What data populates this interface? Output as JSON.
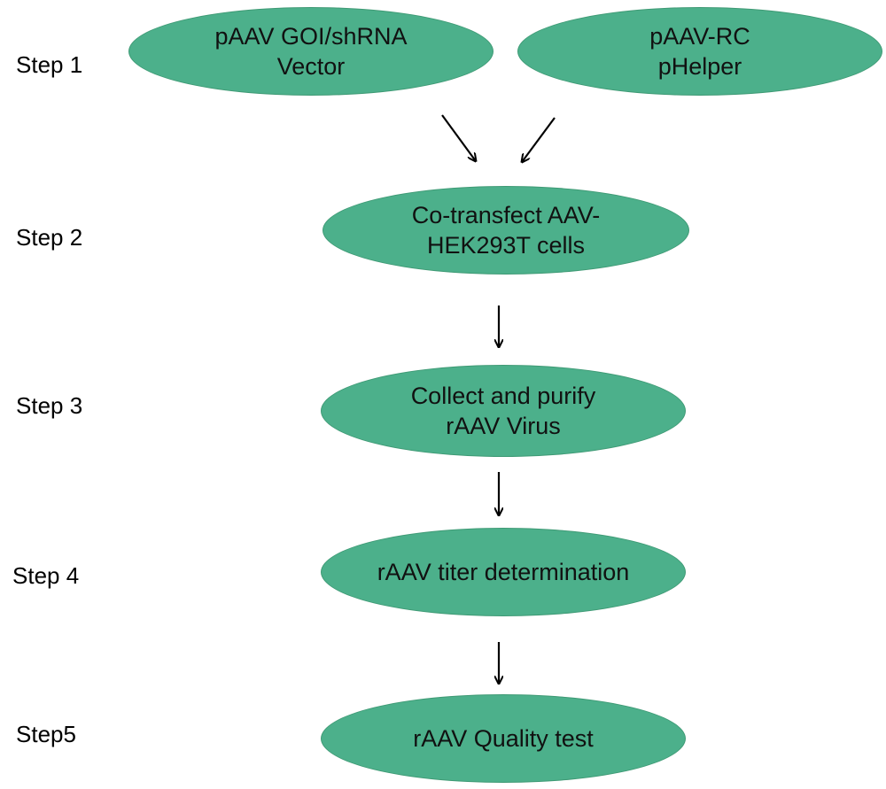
{
  "colors": {
    "node_fill": "#4cb08b",
    "node_stroke": "#3f9a75",
    "arrow": "#000000",
    "text": "#111111",
    "background": "#ffffff"
  },
  "steps": [
    {
      "label": "Step 1"
    },
    {
      "label": "Step 2"
    },
    {
      "label": "Step 3"
    },
    {
      "label": "Step 4"
    },
    {
      "label": "Step5"
    }
  ],
  "nodes": {
    "vector": {
      "line1": "pAAV GOI/shRNA",
      "line2": "Vector"
    },
    "helper": {
      "line1": "pAAV-RC",
      "line2": "pHelper"
    },
    "cotransfect": {
      "line1": "Co-transfect AAV-",
      "line2": "HEK293T cells"
    },
    "collect": {
      "line1": "Collect  and purify",
      "line2": "rAAV Virus"
    },
    "titer": {
      "line1": "rAAV titer determination"
    },
    "quality": {
      "line1": "rAAV Quality test"
    }
  },
  "arrows": [
    {
      "from": "vector",
      "to": "cotransfect"
    },
    {
      "from": "helper",
      "to": "cotransfect"
    },
    {
      "from": "cotransfect",
      "to": "collect"
    },
    {
      "from": "collect",
      "to": "titer"
    },
    {
      "from": "titer",
      "to": "quality"
    }
  ]
}
